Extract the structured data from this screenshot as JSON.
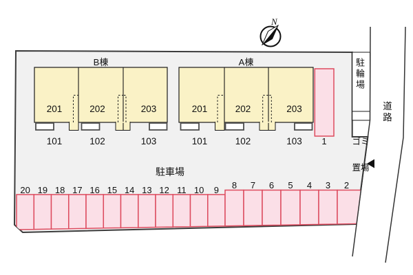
{
  "plan": {
    "compass_north": "N",
    "buildings": [
      {
        "name": "B棟",
        "units": [
          {
            "upper": "201",
            "lower": "101"
          },
          {
            "upper": "202",
            "lower": "102"
          },
          {
            "upper": "203",
            "lower": "103"
          }
        ]
      },
      {
        "name": "A棟",
        "units": [
          {
            "upper": "201",
            "lower": "101"
          },
          {
            "upper": "202",
            "lower": "102"
          },
          {
            "upper": "203",
            "lower": "103"
          }
        ]
      }
    ],
    "parking_lot_label": "駐車場",
    "parking_space_1_label": "1",
    "parking_space_labels": [
      "20",
      "19",
      "18",
      "17",
      "16",
      "15",
      "14",
      "13",
      "12",
      "11",
      "10",
      "9",
      "8",
      "7",
      "6",
      "5",
      "4",
      "3",
      "2"
    ],
    "bicycle_parking_label": "駐輪場",
    "garbage_area_label": "ゴミ置場",
    "garbage_area_lines": [
      "ゴミ",
      "置場"
    ],
    "road_label": "道路"
  },
  "colors": {
    "site_fill": "#F1F1F1",
    "site_border": "#3C3C3C",
    "building_fill": "#FAF2C6",
    "building_border": "#1A1A1A",
    "parking_fill": "#FBDFE7",
    "parking_border": "#DD4A5E",
    "porch_border": "#4D4D4D",
    "line_dark": "#1A1A1A",
    "road_line": "#333333",
    "text": "#111111"
  }
}
